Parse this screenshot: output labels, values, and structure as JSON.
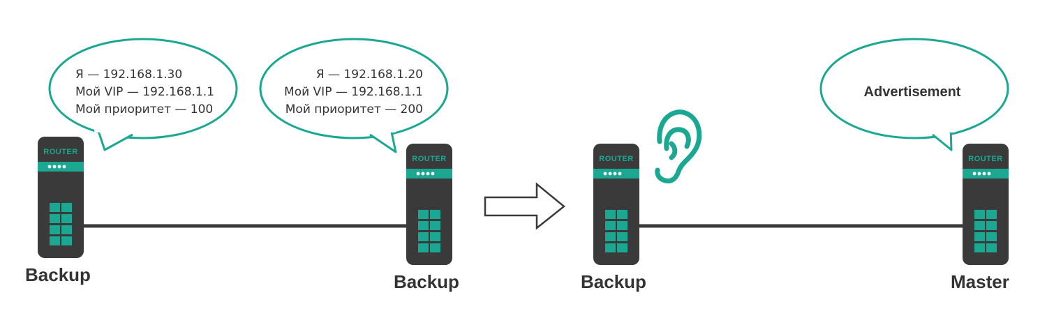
{
  "colors": {
    "accent": "#1aa892",
    "device_body": "#3a3a3a",
    "link": "#3a3a3a",
    "text": "#333333",
    "bubble_fill": "#ffffff"
  },
  "scene_before": {
    "left_router": {
      "device_label": "ROUTER",
      "role": "Backup",
      "bubble": {
        "line1": "Я — 192.168.1.30",
        "line2": "Мой VIP — 192.168.1.1",
        "line3": "Мой приоритет — 100"
      }
    },
    "right_router": {
      "device_label": "ROUTER",
      "role": "Backup",
      "bubble": {
        "line1": "Я — 192.168.1.20",
        "line2": "Мой VIP — 192.168.1.1",
        "line3": "Мой приоритет — 200"
      }
    }
  },
  "transition_icon": "right-arrow-icon",
  "scene_after": {
    "left_router": {
      "device_label": "ROUTER",
      "role": "Backup",
      "icon": "ear-icon"
    },
    "right_router": {
      "device_label": "ROUTER",
      "role": "Master",
      "bubble": {
        "title": "Advertisement"
      }
    }
  }
}
